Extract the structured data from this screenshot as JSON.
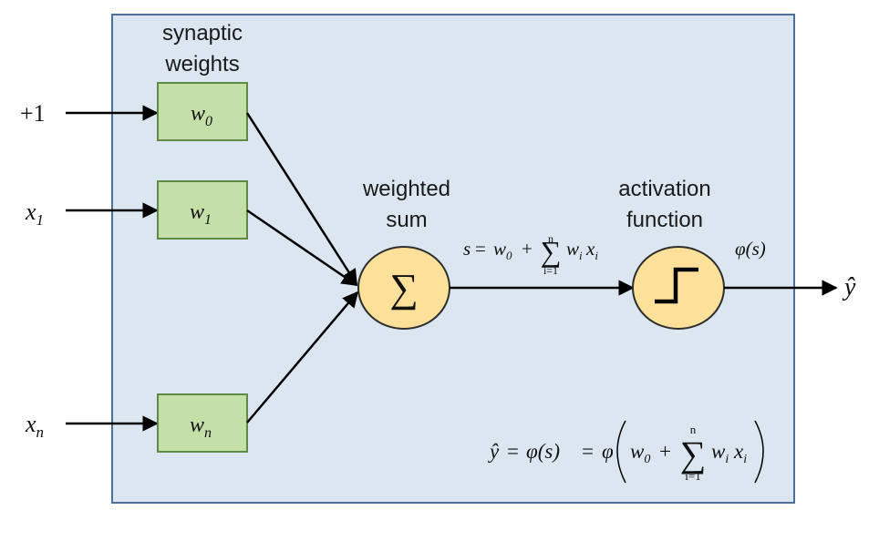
{
  "colors": {
    "panel_fill": "#dbe6f1",
    "panel_stroke": "#4a6f9c",
    "weight_fill": "#c4dfa8",
    "weight_stroke": "#5f8a45",
    "node_fill": "#fde19a",
    "node_stroke": "#2e2e2e",
    "arrow": "#000000"
  },
  "inputs": [
    {
      "base": "+1",
      "sub": ""
    },
    {
      "base": "x",
      "sub": "1"
    },
    {
      "base": "x",
      "sub": "n"
    }
  ],
  "weights": {
    "header_line1": "synaptic",
    "header_line2": "weights",
    "items": [
      {
        "base": "w",
        "sub": "0"
      },
      {
        "base": "w",
        "sub": "1"
      },
      {
        "base": "w",
        "sub": "n"
      }
    ]
  },
  "summation": {
    "header_line1": "weighted",
    "header_line2": "sum",
    "symbol": "∑",
    "formula": {
      "lhs": "s",
      "eq": "=",
      "w0_base": "w",
      "w0_sub": "0",
      "plus": "+",
      "sum_symbol": "∑",
      "upper": "n",
      "lower": "i=1",
      "wi_base": "w",
      "wi_sub": "i",
      "xi_base": "x",
      "xi_sub": "i"
    }
  },
  "activation": {
    "header_line1": "activation",
    "header_line2": "function",
    "output_label": "φ(s)",
    "icon": "step-function-icon"
  },
  "output": {
    "symbol": "ŷ"
  },
  "bottom_formula": {
    "lhs": "ŷ",
    "eq1": "=",
    "phi_s": "φ(s)",
    "eq2": "=",
    "phi": "φ",
    "w0_base": "w",
    "w0_sub": "0",
    "plus": "+",
    "sum_symbol": "∑",
    "upper": "n",
    "lower": "i=1",
    "wi_base": "w",
    "wi_sub": "i",
    "xi_base": "x",
    "xi_sub": "i"
  }
}
